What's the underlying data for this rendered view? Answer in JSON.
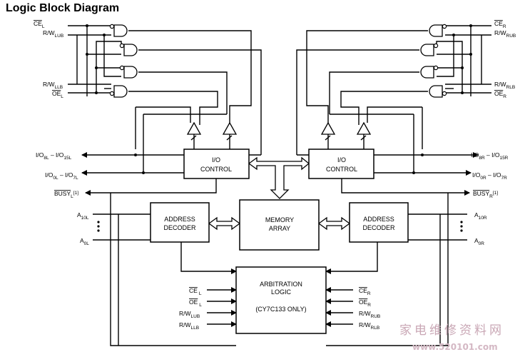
{
  "title": "Logic Block Diagram",
  "blocks": {
    "io_left": [
      "I/O",
      "CONTROL"
    ],
    "io_right": [
      "I/O",
      "CONTROL"
    ],
    "memory": [
      "MEMORY",
      "ARRAY"
    ],
    "addr_left": [
      "ADDRESS",
      "DECODER"
    ],
    "addr_right": [
      "ADDRESS",
      "DECODER"
    ],
    "arbitration": [
      "ARBITRATION",
      "LOGIC",
      "(CY7C133 ONLY)"
    ]
  },
  "left_signals": {
    "ce": {
      "main": "CE",
      "sub": "L"
    },
    "rw_ub": {
      "main": "R/W",
      "sub": "LUB"
    },
    "rw_lb": {
      "main": "R/W",
      "sub": "LLB"
    },
    "oe": {
      "main": "OE",
      "sub": "L"
    },
    "io_hi": {
      "a": "I/O",
      "as": "8L",
      "dash": " – I/O",
      "b": "15L"
    },
    "io_lo": {
      "a": "I/O",
      "as": "0L",
      "dash": " – I/O",
      "b": "7L"
    },
    "busy": {
      "main": "BUSY",
      "sub": "L",
      "note": "[1]"
    },
    "a_hi": {
      "main": "A",
      "sub": "10L"
    },
    "a_lo": {
      "main": "A",
      "sub": "0L"
    }
  },
  "right_signals": {
    "ce": {
      "main": "CE",
      "sub": "R"
    },
    "rw_ub": {
      "main": "R/W",
      "sub": "RUB"
    },
    "rw_lb": {
      "main": "R/W",
      "sub": "RLB"
    },
    "oe": {
      "main": "OE",
      "sub": "R"
    },
    "io_hi": {
      "a": "I/O",
      "as": "8R",
      "dash": " – I/O",
      "b": "15R"
    },
    "io_lo": {
      "a": "I/O",
      "as": "0R",
      "dash": " – I/O",
      "b": "7R"
    },
    "busy": {
      "main": "BUSY",
      "sub": "R",
      "note": "[1]"
    },
    "a_hi": {
      "main": "A",
      "sub": "10R"
    },
    "a_lo": {
      "main": "A",
      "sub": "0R"
    }
  },
  "arb_left_inputs": [
    {
      "main": "CE",
      "sub": "L"
    },
    {
      "main": "OE",
      "sub": "L"
    },
    {
      "main": "R/W",
      "sub": "LUB"
    },
    {
      "main": "R/W",
      "sub": "LLB"
    }
  ],
  "arb_right_inputs": [
    {
      "main": "CE",
      "sub": "R"
    },
    {
      "main": "OE",
      "sub": "R"
    },
    {
      "main": "R/W",
      "sub": "RUB"
    },
    {
      "main": "R/W",
      "sub": "RLB"
    }
  ],
  "watermark": {
    "text": "家电维修资料网",
    "url": "www.520101.com"
  }
}
